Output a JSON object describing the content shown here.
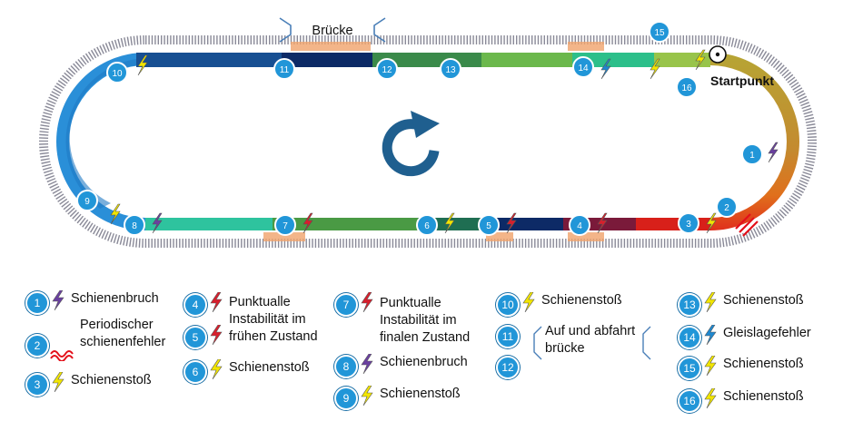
{
  "labels": {
    "bridge": "Brücke",
    "start": "Startpunkt"
  },
  "markers": [
    {
      "num": "1",
      "icon": "purple-bolt-icon"
    },
    {
      "num": "2",
      "icon": "red-wave-icon"
    },
    {
      "num": "3",
      "icon": "yellow-bolt-icon"
    },
    {
      "num": "4",
      "icon": "red-bolt-icon"
    },
    {
      "num": "5",
      "icon": "red-bolt-icon"
    },
    {
      "num": "6",
      "icon": "yellow-bolt-icon"
    },
    {
      "num": "7",
      "icon": "red-bolt-icon"
    },
    {
      "num": "8",
      "icon": "purple-bolt-icon"
    },
    {
      "num": "9",
      "icon": "yellow-bolt-icon"
    },
    {
      "num": "10",
      "icon": "yellow-bolt-icon"
    },
    {
      "num": "11",
      "icon": ""
    },
    {
      "num": "12",
      "icon": ""
    },
    {
      "num": "13",
      "icon": "yellow-bolt-icon"
    },
    {
      "num": "14",
      "icon": "blue-bolt-icon"
    },
    {
      "num": "15",
      "icon": "yellow-bolt-icon"
    },
    {
      "num": "16",
      "icon": "yellow-bolt-icon"
    }
  ],
  "legend": [
    {
      "num": "1",
      "text": "Schienenbruch"
    },
    {
      "num": "2",
      "text": "Periodischer\nschienenfehler"
    },
    {
      "num": "3",
      "text": "Schienenstoß"
    },
    {
      "num": "4",
      "text": "Punktualle\nInstabilität im\nfrühen Zustand"
    },
    {
      "num": "5",
      "text": ""
    },
    {
      "num": "6",
      "text": "Schienenstoß"
    },
    {
      "num": "7",
      "text": "Punktualle\nInstabilität im\nfinalen Zustand"
    },
    {
      "num": "8",
      "text": "Schienenbruch"
    },
    {
      "num": "9",
      "text": "Schienenstoß"
    },
    {
      "num": "10",
      "text": "Schienenstoß"
    },
    {
      "num": "11",
      "text": ""
    },
    {
      "num": "12",
      "text": ""
    },
    {
      "num": "13",
      "text": "Schienenstoß"
    },
    {
      "num": "14",
      "text": "Gleislagefehler"
    },
    {
      "num": "15",
      "text": "Schienenstoß"
    },
    {
      "num": "16",
      "text": "Schienenstoß"
    }
  ],
  "bridge_legend": "Auf und abfahrt\nbrücke",
  "colors": {
    "badge": "#2196d8",
    "yellow_bolt": "#f2e600",
    "purple_bolt": "#6a3fa0",
    "red_bolt": "#d81e2c",
    "blue_bolt": "#1e88d0",
    "wave": "#e3101a",
    "arrow": "#1f5f8f"
  }
}
